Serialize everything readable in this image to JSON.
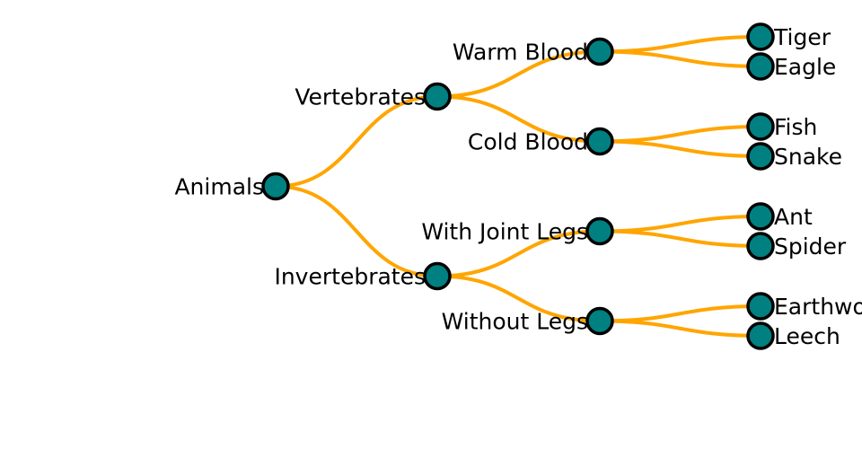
{
  "tree": {
    "name": "Animals",
    "children": [
      {
        "name": "Vertebrates",
        "children": [
          {
            "name": "Warm Blood",
            "children": [
              {
                "name": "Tiger"
              },
              {
                "name": "Eagle"
              }
            ]
          },
          {
            "name": "Cold Blood",
            "children": [
              {
                "name": "Fish"
              },
              {
                "name": "Snake"
              }
            ]
          }
        ]
      },
      {
        "name": "Invertebrates",
        "children": [
          {
            "name": "With Joint Legs",
            "children": [
              {
                "name": "Ant"
              },
              {
                "name": "Spider"
              }
            ]
          },
          {
            "name": "Without Legs",
            "children": [
              {
                "name": "Earthworm"
              },
              {
                "name": "Leech"
              }
            ]
          }
        ]
      }
    ]
  },
  "colors": {
    "link": "#FFA500",
    "node_fill": "#008080",
    "node_stroke": "#000000"
  }
}
